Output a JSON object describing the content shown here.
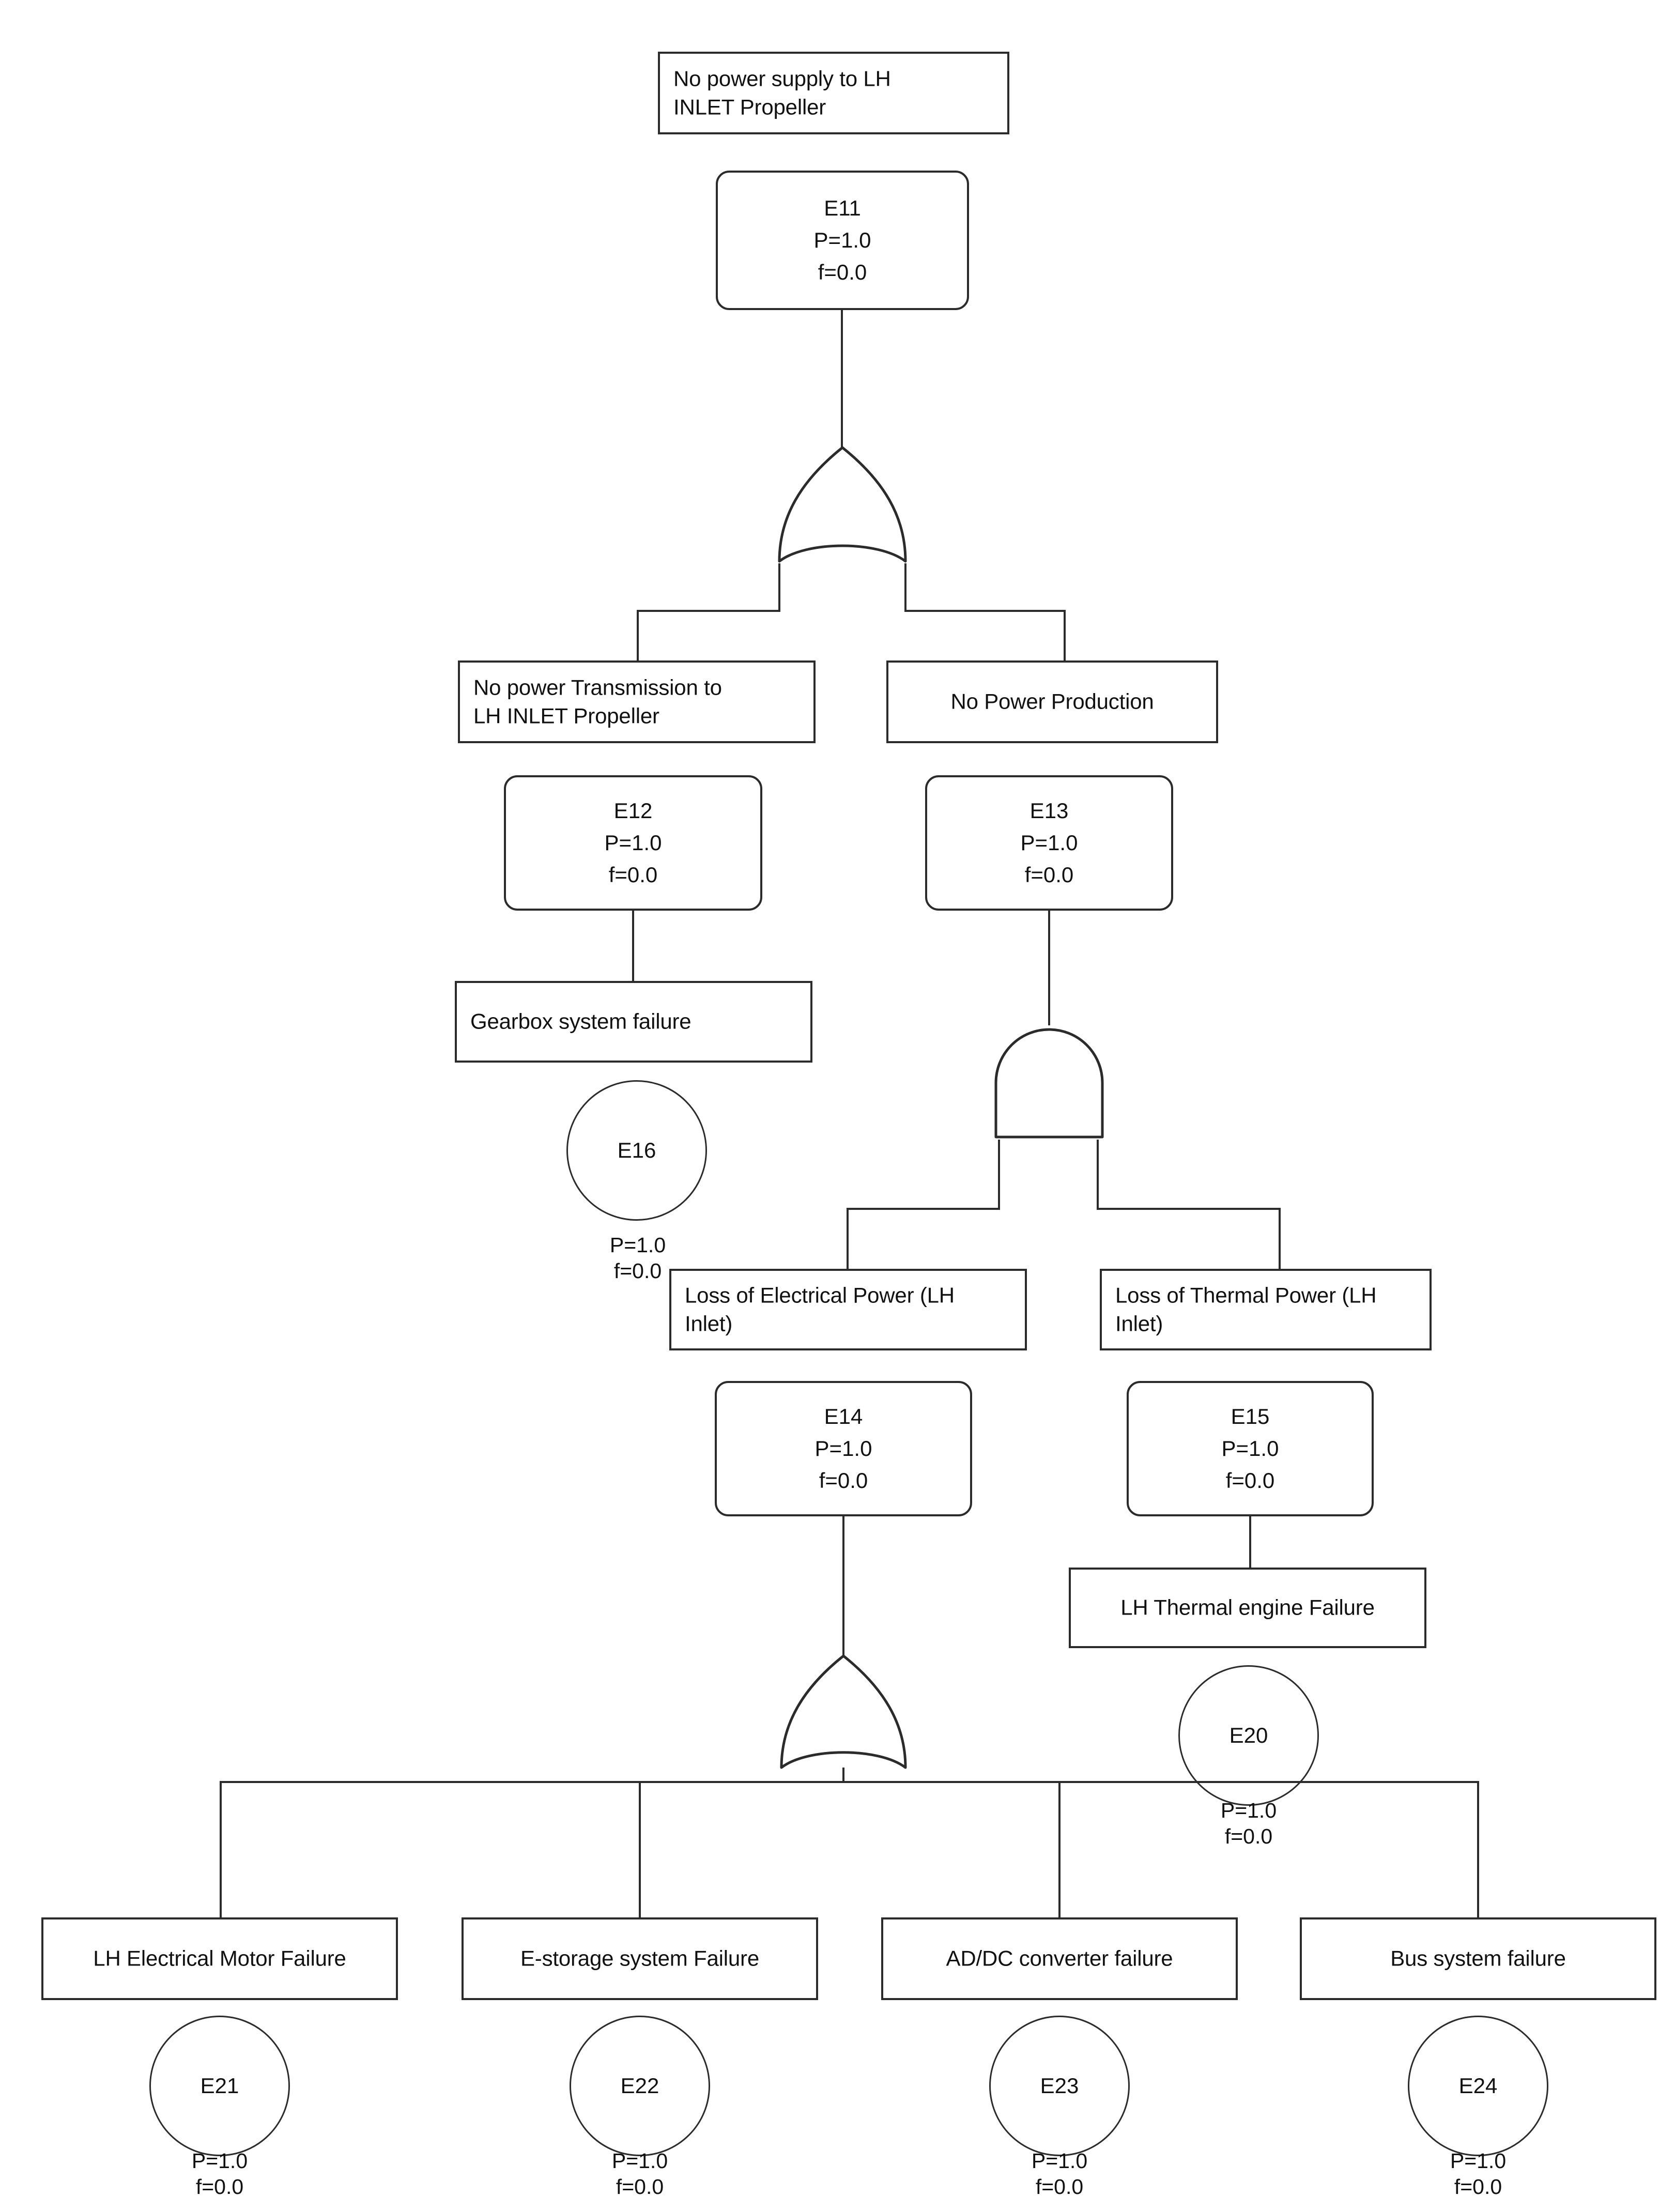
{
  "diagram": {
    "type": "fault-tree",
    "title": "Fault tree for No power supply to LH INLET Propeller",
    "gates": [
      {
        "id": "G1",
        "kind": "OR",
        "parent": "E11",
        "children": [
          "E12",
          "E13"
        ]
      },
      {
        "id": "G2",
        "kind": "AND",
        "parent": "E13",
        "children": [
          "E14",
          "E15"
        ]
      },
      {
        "id": "G3",
        "kind": "OR",
        "parent": "E14",
        "children": [
          "E21",
          "E22",
          "E23",
          "E24"
        ]
      }
    ],
    "nodes": [
      {
        "id": "E11",
        "label": "No power supply to LH\nINLET Propeller",
        "code": "E11",
        "P": "P=1.0",
        "f": "f=0.0",
        "shape": "intermediate"
      },
      {
        "id": "E12",
        "label": "No power Transmission to\nLH INLET Propeller",
        "code": "E12",
        "P": "P=1.0",
        "f": "f=0.0",
        "shape": "intermediate"
      },
      {
        "id": "E13",
        "label": "No Power Production",
        "code": "E13",
        "P": "P=1.0",
        "f": "f=0.0",
        "shape": "intermediate"
      },
      {
        "id": "E14",
        "label": "Loss of Electrical Power (LH\nInlet)",
        "code": "E14",
        "P": "P=1.0",
        "f": "f=0.0",
        "shape": "intermediate"
      },
      {
        "id": "E15",
        "label": "Loss of Thermal Power (LH\nInlet)",
        "code": "E15",
        "P": "P=1.0",
        "f": "f=0.0",
        "shape": "intermediate"
      },
      {
        "id": "E16",
        "label": "Gearbox system failure",
        "code": "E16",
        "P": "P=1.0",
        "f": "f=0.0",
        "shape": "basic"
      },
      {
        "id": "E20",
        "label": "LH Thermal engine Failure",
        "code": "E20",
        "P": "P=1.0",
        "f": "f=0.0",
        "shape": "basic"
      },
      {
        "id": "E21",
        "label": "LH Electrical Motor Failure",
        "code": "E21",
        "P": "P=1.0",
        "f": "f=0.0",
        "shape": "basic"
      },
      {
        "id": "E22",
        "label": "E-storage system Failure",
        "code": "E22",
        "P": "P=1.0",
        "f": "f=0.0",
        "shape": "basic"
      },
      {
        "id": "E23",
        "label": "AD/DC converter failure",
        "code": "E23",
        "P": "P=1.0",
        "f": "f=0.0",
        "shape": "basic"
      },
      {
        "id": "E24",
        "label": "Bus system failure",
        "code": "E24",
        "P": "P=1.0",
        "f": "f=0.0",
        "shape": "basic"
      }
    ]
  },
  "top": {
    "title_l1": "No power supply to LH",
    "title_l2": "INLET Propeller",
    "code": "E11",
    "p": "P=1.0",
    "f": "f=0.0"
  },
  "lvl2": {
    "left": {
      "title_l1": "No power Transmission to",
      "title_l2": "LH INLET Propeller",
      "code": "E12",
      "p": "P=1.0",
      "f": "f=0.0"
    },
    "right": {
      "title": "No Power Production",
      "code": "E13",
      "p": "P=1.0",
      "f": "f=0.0"
    }
  },
  "gearbox": {
    "title": "Gearbox system failure",
    "code": "E16",
    "p": "P=1.0",
    "f": "f=0.0"
  },
  "lvl3": {
    "electrical": {
      "title_l1": "Loss of Electrical Power (LH",
      "title_l2": "Inlet)",
      "code": "E14",
      "p": "P=1.0",
      "f": "f=0.0"
    },
    "thermal": {
      "title_l1": "Loss of Thermal Power (LH",
      "title_l2": "Inlet)",
      "code": "E15",
      "p": "P=1.0",
      "f": "f=0.0"
    }
  },
  "thermal_engine": {
    "title": "LH Thermal engine Failure",
    "code": "E20",
    "p": "P=1.0",
    "f": "f=0.0"
  },
  "leaves": [
    {
      "title": "LH Electrical Motor Failure",
      "code": "E21",
      "p": "P=1.0",
      "f": "f=0.0"
    },
    {
      "title": "E-storage system Failure",
      "code": "E22",
      "p": "P=1.0",
      "f": "f=0.0"
    },
    {
      "title": "AD/DC converter failure",
      "code": "E23",
      "p": "P=1.0",
      "f": "f=0.0"
    },
    {
      "title": "Bus system failure",
      "code": "E24",
      "p": "P=1.0",
      "f": "f=0.0"
    }
  ],
  "gate_labels": {
    "or_top": "OR",
    "and_mid": "AND",
    "or_bottom": "OR"
  },
  "colors": {
    "stroke": "#2b2b2b",
    "background": "#ffffff",
    "text": "#111111"
  }
}
